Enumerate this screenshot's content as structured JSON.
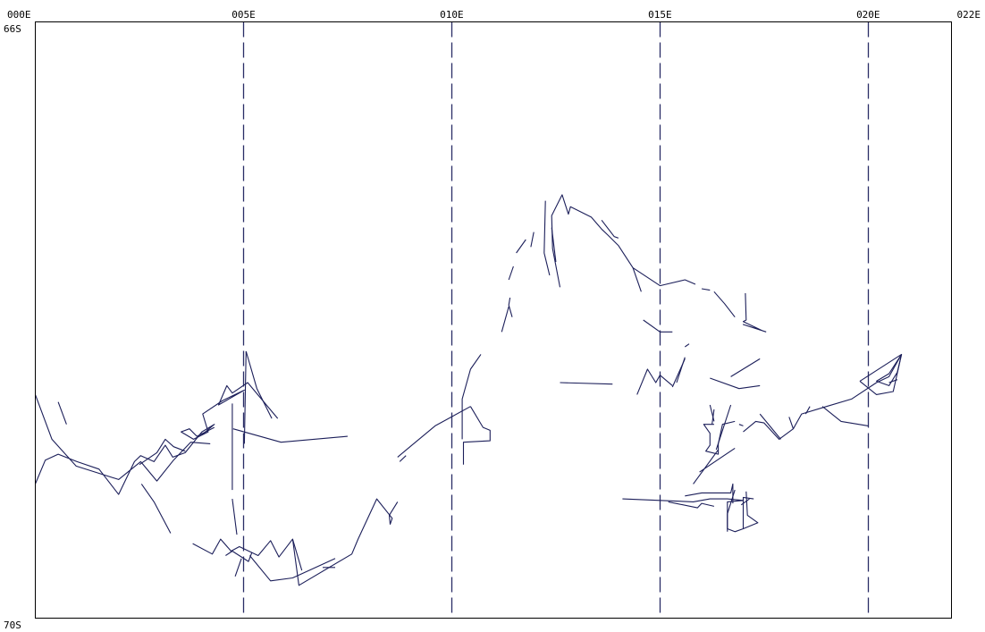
{
  "map": {
    "lon_labels": [
      "000E",
      "005E",
      "010E",
      "015E",
      "020E",
      "022E"
    ],
    "lon_values": [
      0,
      5,
      10,
      15,
      20,
      22
    ],
    "lat_top_label": "66S",
    "lat_bottom_label": "70S",
    "lon_range": [
      0,
      22
    ],
    "lat_range": [
      66,
      70
    ],
    "gridlines": "dashed meridians at 5E, 10E, 15E, 20E",
    "colors": {
      "track": "#1c1f5a",
      "gridline": "#2a2d66",
      "frame": "#000000",
      "background": "#ffffff"
    },
    "tracks": [
      [
        [
          0.0,
          68.5
        ],
        [
          0.4,
          68.8
        ],
        [
          0.98,
          68.98
        ],
        [
          2.0,
          69.07
        ],
        [
          2.53,
          68.95
        ],
        [
          2.92,
          69.08
        ],
        [
          3.32,
          68.94
        ],
        [
          3.73,
          68.82
        ],
        [
          4.2,
          68.83
        ]
      ],
      [
        [
          0.0,
          69.1
        ],
        [
          0.24,
          68.94
        ],
        [
          0.55,
          68.9
        ],
        [
          1.0,
          68.95
        ],
        [
          1.53,
          69.0
        ],
        [
          2.0,
          69.17
        ],
        [
          2.38,
          68.95
        ],
        [
          2.53,
          68.91
        ],
        [
          2.85,
          68.95
        ],
        [
          3.12,
          68.84
        ],
        [
          3.3,
          68.92
        ],
        [
          3.6,
          68.89
        ],
        [
          4.0,
          68.75
        ],
        [
          4.3,
          68.7
        ],
        [
          4.0,
          68.77
        ]
      ],
      [
        [
          2.5,
          68.97
        ],
        [
          2.92,
          68.89
        ],
        [
          3.12,
          68.8
        ],
        [
          3.32,
          68.85
        ],
        [
          3.6,
          68.88
        ]
      ],
      [
        [
          4.3,
          68.72
        ],
        [
          3.88,
          68.78
        ],
        [
          3.7,
          68.73
        ],
        [
          3.5,
          68.75
        ],
        [
          3.8,
          68.8
        ],
        [
          4.15,
          68.75
        ],
        [
          4.02,
          68.63
        ],
        [
          4.5,
          68.54
        ],
        [
          5.02,
          68.47
        ],
        [
          4.4,
          68.57
        ],
        [
          4.6,
          68.44
        ],
        [
          4.73,
          68.49
        ],
        [
          5.1,
          68.42
        ],
        [
          5.82,
          68.66
        ]
      ],
      [
        [
          5.06,
          68.21
        ],
        [
          5.32,
          68.46
        ],
        [
          5.68,
          68.66
        ]
      ],
      [
        [
          5.06,
          68.21
        ],
        [
          5.02,
          68.83
        ]
      ],
      [
        [
          4.73,
          68.56
        ],
        [
          4.73,
          69.14
        ]
      ],
      [
        [
          4.73,
          69.2
        ],
        [
          4.84,
          69.44
        ]
      ],
      [
        [
          2.55,
          69.1
        ],
        [
          2.85,
          69.22
        ],
        [
          3.25,
          69.43
        ]
      ],
      [
        [
          3.78,
          69.5
        ],
        [
          4.25,
          69.57
        ],
        [
          4.45,
          69.47
        ],
        [
          4.7,
          69.55
        ],
        [
          4.9,
          69.52
        ],
        [
          5.35,
          69.58
        ],
        [
          5.65,
          69.48
        ],
        [
          5.85,
          69.59
        ],
        [
          6.18,
          69.47
        ],
        [
          6.4,
          69.68
        ]
      ],
      [
        [
          4.57,
          69.58
        ],
        [
          4.73,
          69.55
        ],
        [
          5.12,
          69.62
        ],
        [
          5.2,
          69.56
        ]
      ],
      [
        [
          4.95,
          69.6
        ],
        [
          4.8,
          69.72
        ]
      ],
      [
        [
          5.15,
          69.58
        ],
        [
          5.65,
          69.75
        ],
        [
          6.18,
          69.73
        ],
        [
          7.2,
          69.6
        ]
      ],
      [
        [
          6.18,
          69.47
        ],
        [
          6.33,
          69.78
        ],
        [
          7.6,
          69.57
        ],
        [
          7.75,
          69.47
        ],
        [
          8.2,
          69.2
        ],
        [
          8.57,
          69.33
        ],
        [
          8.52,
          69.37
        ],
        [
          8.5,
          69.31
        ],
        [
          8.7,
          69.22
        ]
      ],
      [
        [
          6.9,
          69.66
        ],
        [
          7.2,
          69.66
        ]
      ],
      [
        [
          4.75,
          68.73
        ],
        [
          5.9,
          68.82
        ],
        [
          7.5,
          68.78
        ]
      ],
      [
        [
          8.7,
          68.92
        ],
        [
          9.0,
          68.85
        ],
        [
          9.6,
          68.71
        ],
        [
          10.45,
          68.58
        ]
      ],
      [
        [
          8.9,
          68.91
        ],
        [
          8.75,
          68.95
        ]
      ],
      [
        [
          10.45,
          68.58
        ],
        [
          10.75,
          68.72
        ],
        [
          10.92,
          68.74
        ],
        [
          10.92,
          68.81
        ],
        [
          10.28,
          68.82
        ],
        [
          10.28,
          68.97
        ]
      ],
      [
        [
          10.25,
          68.8
        ],
        [
          10.25,
          68.53
        ],
        [
          10.45,
          68.33
        ],
        [
          10.7,
          68.23
        ]
      ],
      [
        [
          11.2,
          68.08
        ],
        [
          11.37,
          67.91
        ]
      ],
      [
        [
          11.4,
          67.85
        ],
        [
          11.37,
          67.9
        ],
        [
          11.45,
          67.98
        ]
      ],
      [
        [
          11.37,
          67.73
        ],
        [
          11.48,
          67.64
        ]
      ],
      [
        [
          11.55,
          67.55
        ],
        [
          11.78,
          67.46
        ]
      ],
      [
        [
          11.9,
          67.51
        ],
        [
          11.97,
          67.41
        ]
      ],
      [
        [
          12.35,
          67.7
        ],
        [
          12.22,
          67.55
        ],
        [
          12.25,
          67.2
        ]
      ],
      [
        [
          12.4,
          67.38
        ],
        [
          12.5,
          67.61
        ]
      ],
      [
        [
          12.6,
          67.78
        ],
        [
          12.42,
          67.52
        ],
        [
          12.4,
          67.3
        ],
        [
          12.65,
          67.16
        ],
        [
          12.8,
          67.29
        ],
        [
          12.85,
          67.24
        ],
        [
          13.35,
          67.31
        ],
        [
          13.6,
          67.39
        ],
        [
          13.75,
          67.43
        ],
        [
          14.0,
          67.5
        ]
      ],
      [
        [
          13.6,
          67.33
        ],
        [
          13.9,
          67.44
        ],
        [
          14.0,
          67.45
        ]
      ],
      [
        [
          14.0,
          67.5
        ],
        [
          14.35,
          67.65
        ],
        [
          15.0,
          67.77
        ],
        [
          15.6,
          67.73
        ],
        [
          15.85,
          67.76
        ]
      ],
      [
        [
          14.35,
          67.65
        ],
        [
          14.55,
          67.81
        ]
      ],
      [
        [
          16.0,
          67.79
        ],
        [
          16.2,
          67.8
        ]
      ],
      [
        [
          16.3,
          67.81
        ],
        [
          16.55,
          67.89
        ],
        [
          16.8,
          67.98
        ]
      ],
      [
        [
          17.05,
          67.82
        ],
        [
          17.07,
          68.0
        ],
        [
          17.0,
          68.01
        ],
        [
          17.45,
          68.07
        ],
        [
          17.0,
          68.03
        ],
        [
          17.55,
          68.08
        ]
      ],
      [
        [
          14.6,
          68.0
        ],
        [
          15.0,
          68.08
        ],
        [
          15.3,
          68.08
        ]
      ],
      [
        [
          15.6,
          68.18
        ],
        [
          15.7,
          68.16
        ]
      ],
      [
        [
          12.6,
          68.42
        ],
        [
          13.86,
          68.43
        ]
      ],
      [
        [
          14.45,
          68.5
        ],
        [
          14.7,
          68.33
        ],
        [
          14.9,
          68.42
        ],
        [
          15.0,
          68.37
        ],
        [
          15.3,
          68.44
        ]
      ],
      [
        [
          15.3,
          68.45
        ],
        [
          15.6,
          68.26
        ]
      ],
      [
        [
          15.4,
          68.42
        ],
        [
          15.6,
          68.25
        ]
      ],
      [
        [
          16.7,
          68.38
        ],
        [
          17.4,
          68.26
        ]
      ],
      [
        [
          16.2,
          68.39
        ],
        [
          16.9,
          68.46
        ],
        [
          17.4,
          68.44
        ]
      ],
      [
        [
          16.2,
          68.57
        ],
        [
          16.3,
          68.68
        ]
      ],
      [
        [
          16.3,
          68.6
        ],
        [
          16.25,
          68.7
        ]
      ],
      [
        [
          16.3,
          68.7
        ],
        [
          16.05,
          68.7
        ],
        [
          16.2,
          68.76
        ],
        [
          16.2,
          68.84
        ],
        [
          16.1,
          68.88
        ],
        [
          16.4,
          68.9
        ],
        [
          16.4,
          68.83
        ],
        [
          16.5,
          68.7
        ],
        [
          16.8,
          68.68
        ]
      ],
      [
        [
          16.7,
          68.57
        ],
        [
          16.35,
          68.87
        ]
      ],
      [
        [
          16.4,
          68.87
        ],
        [
          15.8,
          69.1
        ]
      ],
      [
        [
          15.95,
          69.02
        ],
        [
          16.8,
          68.86
        ]
      ],
      [
        [
          16.9,
          68.7
        ],
        [
          17.0,
          68.71
        ]
      ],
      [
        [
          17.0,
          68.75
        ],
        [
          17.3,
          68.68
        ],
        [
          17.5,
          68.69
        ],
        [
          17.86,
          68.8
        ],
        [
          18.2,
          68.73
        ],
        [
          18.4,
          68.63
        ],
        [
          19.0,
          68.58
        ],
        [
          19.6,
          68.53
        ],
        [
          20.2,
          68.42
        ],
        [
          20.5,
          68.38
        ],
        [
          20.8,
          68.23
        ]
      ],
      [
        [
          18.2,
          68.73
        ],
        [
          18.1,
          68.65
        ]
      ],
      [
        [
          18.5,
          68.63
        ],
        [
          18.6,
          68.58
        ]
      ],
      [
        [
          18.9,
          68.58
        ],
        [
          19.35,
          68.68
        ],
        [
          20.0,
          68.71
        ]
      ],
      [
        [
          17.4,
          68.63
        ],
        [
          17.9,
          68.8
        ]
      ],
      [
        [
          19.8,
          68.41
        ],
        [
          20.8,
          68.23
        ],
        [
          20.5,
          68.36
        ],
        [
          20.2,
          68.41
        ],
        [
          20.5,
          68.44
        ],
        [
          20.7,
          68.35
        ],
        [
          20.8,
          68.23
        ]
      ],
      [
        [
          19.8,
          68.41
        ],
        [
          20.2,
          68.5
        ],
        [
          20.6,
          68.48
        ],
        [
          20.8,
          68.23
        ]
      ],
      [
        [
          20.5,
          68.42
        ],
        [
          20.7,
          68.4
        ]
      ],
      [
        [
          14.1,
          69.2
        ],
        [
          15.0,
          69.21
        ],
        [
          15.8,
          69.22
        ],
        [
          16.2,
          69.2
        ],
        [
          16.62,
          69.2
        ],
        [
          17.0,
          69.21
        ],
        [
          16.62,
          69.22
        ],
        [
          16.62,
          69.4
        ],
        [
          16.8,
          69.42
        ],
        [
          17.0,
          69.4
        ],
        [
          17.0,
          69.19
        ],
        [
          17.25,
          69.2
        ]
      ],
      [
        [
          17.07,
          69.15
        ],
        [
          17.1,
          69.31
        ],
        [
          17.35,
          69.36
        ],
        [
          17.0,
          69.4
        ]
      ],
      [
        [
          15.2,
          69.22
        ],
        [
          15.9,
          69.26
        ],
        [
          16.0,
          69.23
        ],
        [
          16.3,
          69.25
        ]
      ],
      [
        [
          15.6,
          69.18
        ],
        [
          16.0,
          69.16
        ],
        [
          16.7,
          69.16
        ],
        [
          16.75,
          69.1
        ],
        [
          16.75,
          69.23
        ]
      ],
      [
        [
          16.8,
          69.14
        ],
        [
          16.62,
          69.3
        ],
        [
          16.62,
          69.42
        ]
      ],
      [
        [
          16.95,
          69.24
        ],
        [
          17.15,
          69.2
        ]
      ],
      [
        [
          0.55,
          68.55
        ],
        [
          0.75,
          68.7
        ]
      ]
    ]
  }
}
